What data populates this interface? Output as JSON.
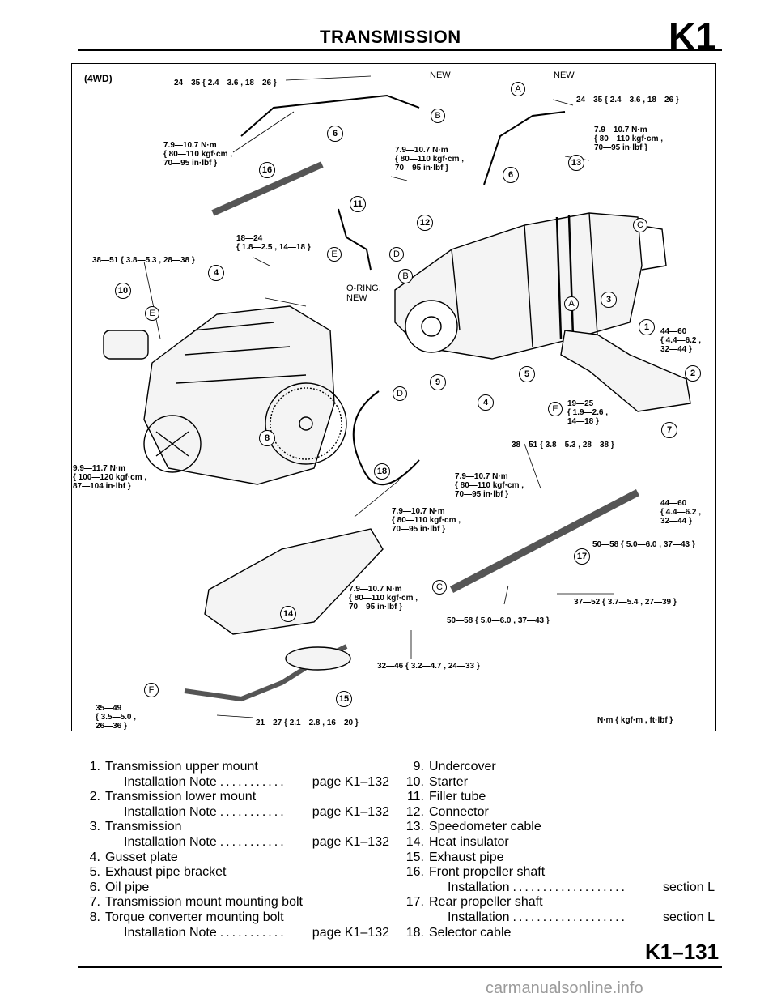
{
  "header": {
    "title": "TRANSMISSION",
    "code": "K1"
  },
  "diagram": {
    "variant": "(4WD)",
    "new_labels": [
      "NEW",
      "NEW"
    ],
    "oring_label": "O-RING,\nNEW",
    "unit_note": "N·m { kgf·m , ft·lbf }",
    "torques": {
      "t_top": "24—35 { 2.4—3.6 , 18—26 }",
      "t_top_right": "24—35 { 2.4—3.6 , 18—26 }",
      "t_left_79": "7.9—10.7 N·m\n{ 80—110 kgf·cm ,\n70—95 in·lbf }",
      "t_mid_79": "7.9—10.7 N·m\n{ 80—110 kgf·cm ,\n70—95 in·lbf }",
      "t_right_79": "7.9—10.7 N·m\n{ 80—110 kgf·cm ,\n70—95 in·lbf }",
      "t_1824": "18—24\n{ 1.8—2.5 , 14—18 }",
      "t_3851_left": "38—51 { 3.8—5.3 , 28—38 }",
      "t_4460_upper": "44—60\n{ 4.4—6.2 ,\n32—44 }",
      "t_1925": "19—25\n{ 1.9—2.6 ,\n14—18 }",
      "t_3851_right": "38—51 { 3.8—5.3 , 28—38 }",
      "t_99": "9.9—11.7 N·m\n{ 100—120 kgf·cm ,\n87—104 in·lbf }",
      "t_79_a": "7.9—10.7 N·m\n{ 80—110 kgf·cm ,\n70—95 in·lbf }",
      "t_79_b": "7.9—10.7 N·m\n{ 80—110 kgf·cm ,\n70—95 in·lbf }",
      "t_4460_lower": "44—60\n{ 4.4—6.2 ,\n32—44 }",
      "t_5058_right": "50—58 { 5.0—6.0 , 37—43 }",
      "t_79_c": "7.9—10.7 N·m\n{ 80—110 kgf·cm ,\n70—95 in·lbf }",
      "t_3752": "37—52 { 3.7—5.4 , 27—39 }",
      "t_5058_bottom": "50—58 { 5.0—6.0 , 37—43 }",
      "t_3246": "32—46 { 3.2—4.7 , 24—33 }",
      "t_3549": "35—49\n{ 3.5—5.0 ,\n26—36 }",
      "t_2127": "21—27 { 2.1—2.8 , 16—20 }"
    },
    "callouts": [
      "1",
      "2",
      "3",
      "4",
      "4",
      "5",
      "6",
      "6",
      "7",
      "8",
      "9",
      "10",
      "11",
      "12",
      "13",
      "14",
      "15",
      "16",
      "17",
      "18"
    ],
    "letters": [
      "A",
      "A",
      "B",
      "B",
      "C",
      "C",
      "D",
      "D",
      "E",
      "E",
      "E",
      "F"
    ]
  },
  "legend": {
    "left": [
      {
        "num": "1.",
        "name": "Transmission upper mount",
        "sub": "Installation Note",
        "ref": "page K1–132"
      },
      {
        "num": "2.",
        "name": "Transmission lower mount",
        "sub": "Installation Note",
        "ref": "page K1–132"
      },
      {
        "num": "3.",
        "name": "Transmission",
        "sub": "Installation Note",
        "ref": "page K1–132"
      },
      {
        "num": "4.",
        "name": "Gusset plate"
      },
      {
        "num": "5.",
        "name": "Exhaust pipe bracket"
      },
      {
        "num": "6.",
        "name": "Oil pipe"
      },
      {
        "num": "7.",
        "name": "Transmission mount mounting bolt"
      },
      {
        "num": "8.",
        "name": "Torque converter mounting bolt",
        "sub": "Installation Note",
        "ref": "page K1–132"
      }
    ],
    "right": [
      {
        "num": "9.",
        "name": "Undercover"
      },
      {
        "num": "10.",
        "name": "Starter"
      },
      {
        "num": "11.",
        "name": "Filler tube"
      },
      {
        "num": "12.",
        "name": "Connector"
      },
      {
        "num": "13.",
        "name": "Speedometer cable"
      },
      {
        "num": "14.",
        "name": "Heat insulator"
      },
      {
        "num": "15.",
        "name": "Exhaust pipe"
      },
      {
        "num": "16.",
        "name": "Front propeller shaft",
        "sub": "Installation",
        "ref": "section L"
      },
      {
        "num": "17.",
        "name": "Rear propeller shaft",
        "sub": "Installation",
        "ref": "section L"
      },
      {
        "num": "18.",
        "name": "Selector cable"
      }
    ]
  },
  "footer": {
    "page_code": "K1–131",
    "watermark": "carmanualsonline.info"
  }
}
